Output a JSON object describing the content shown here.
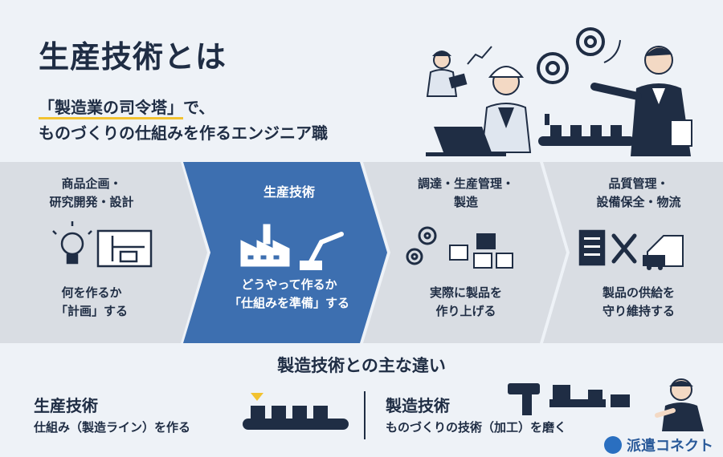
{
  "title": "生産技術とは",
  "subtitle": {
    "line1_highlight": "「製造業の司令塔」",
    "line1_rest": "で、",
    "line2": "ものづくりの仕組みを作るエンジニア職"
  },
  "stages": [
    {
      "title_l1": "商品企画・",
      "title_l2": "研究開発・設計",
      "desc_l1": "何を作るか",
      "desc_l2": "「計画」する",
      "icons": [
        "lightbulb-icon",
        "blueprint-icon"
      ]
    },
    {
      "title_l1": "生産技術",
      "title_l2": "",
      "desc_l1": "どうやって作るか",
      "desc_l2": "「仕組みを準備」する",
      "icons": [
        "factory-icon",
        "robot-arm-icon"
      ]
    },
    {
      "title_l1": "調達・生産管理・",
      "title_l2": "製造",
      "desc_l1": "実際に製品を",
      "desc_l2": "作り上げる",
      "icons": [
        "gears-icon",
        "boxes-icon"
      ]
    },
    {
      "title_l1": "品質管理・",
      "title_l2": "設備保全・物流",
      "desc_l1": "製品の供給を",
      "desc_l2": "守り維持する",
      "icons": [
        "clipboard-icon",
        "tools-icon",
        "warehouse-truck-icon"
      ]
    }
  ],
  "differences": {
    "heading": "製造技術との主な違い",
    "left": {
      "title": "生産技術",
      "desc": "仕組み（製造ライン）を作る"
    },
    "right": {
      "title": "製造技術",
      "desc": "ものづくりの技術（加工）を磨く"
    }
  },
  "brand": "派遣コネクト",
  "colors": {
    "navy": "#1f2d44",
    "accent_blue": "#3d6fb0",
    "highlight": "#f2c230",
    "panel_gray": "#d9dde3",
    "background": "#eef2f7"
  }
}
